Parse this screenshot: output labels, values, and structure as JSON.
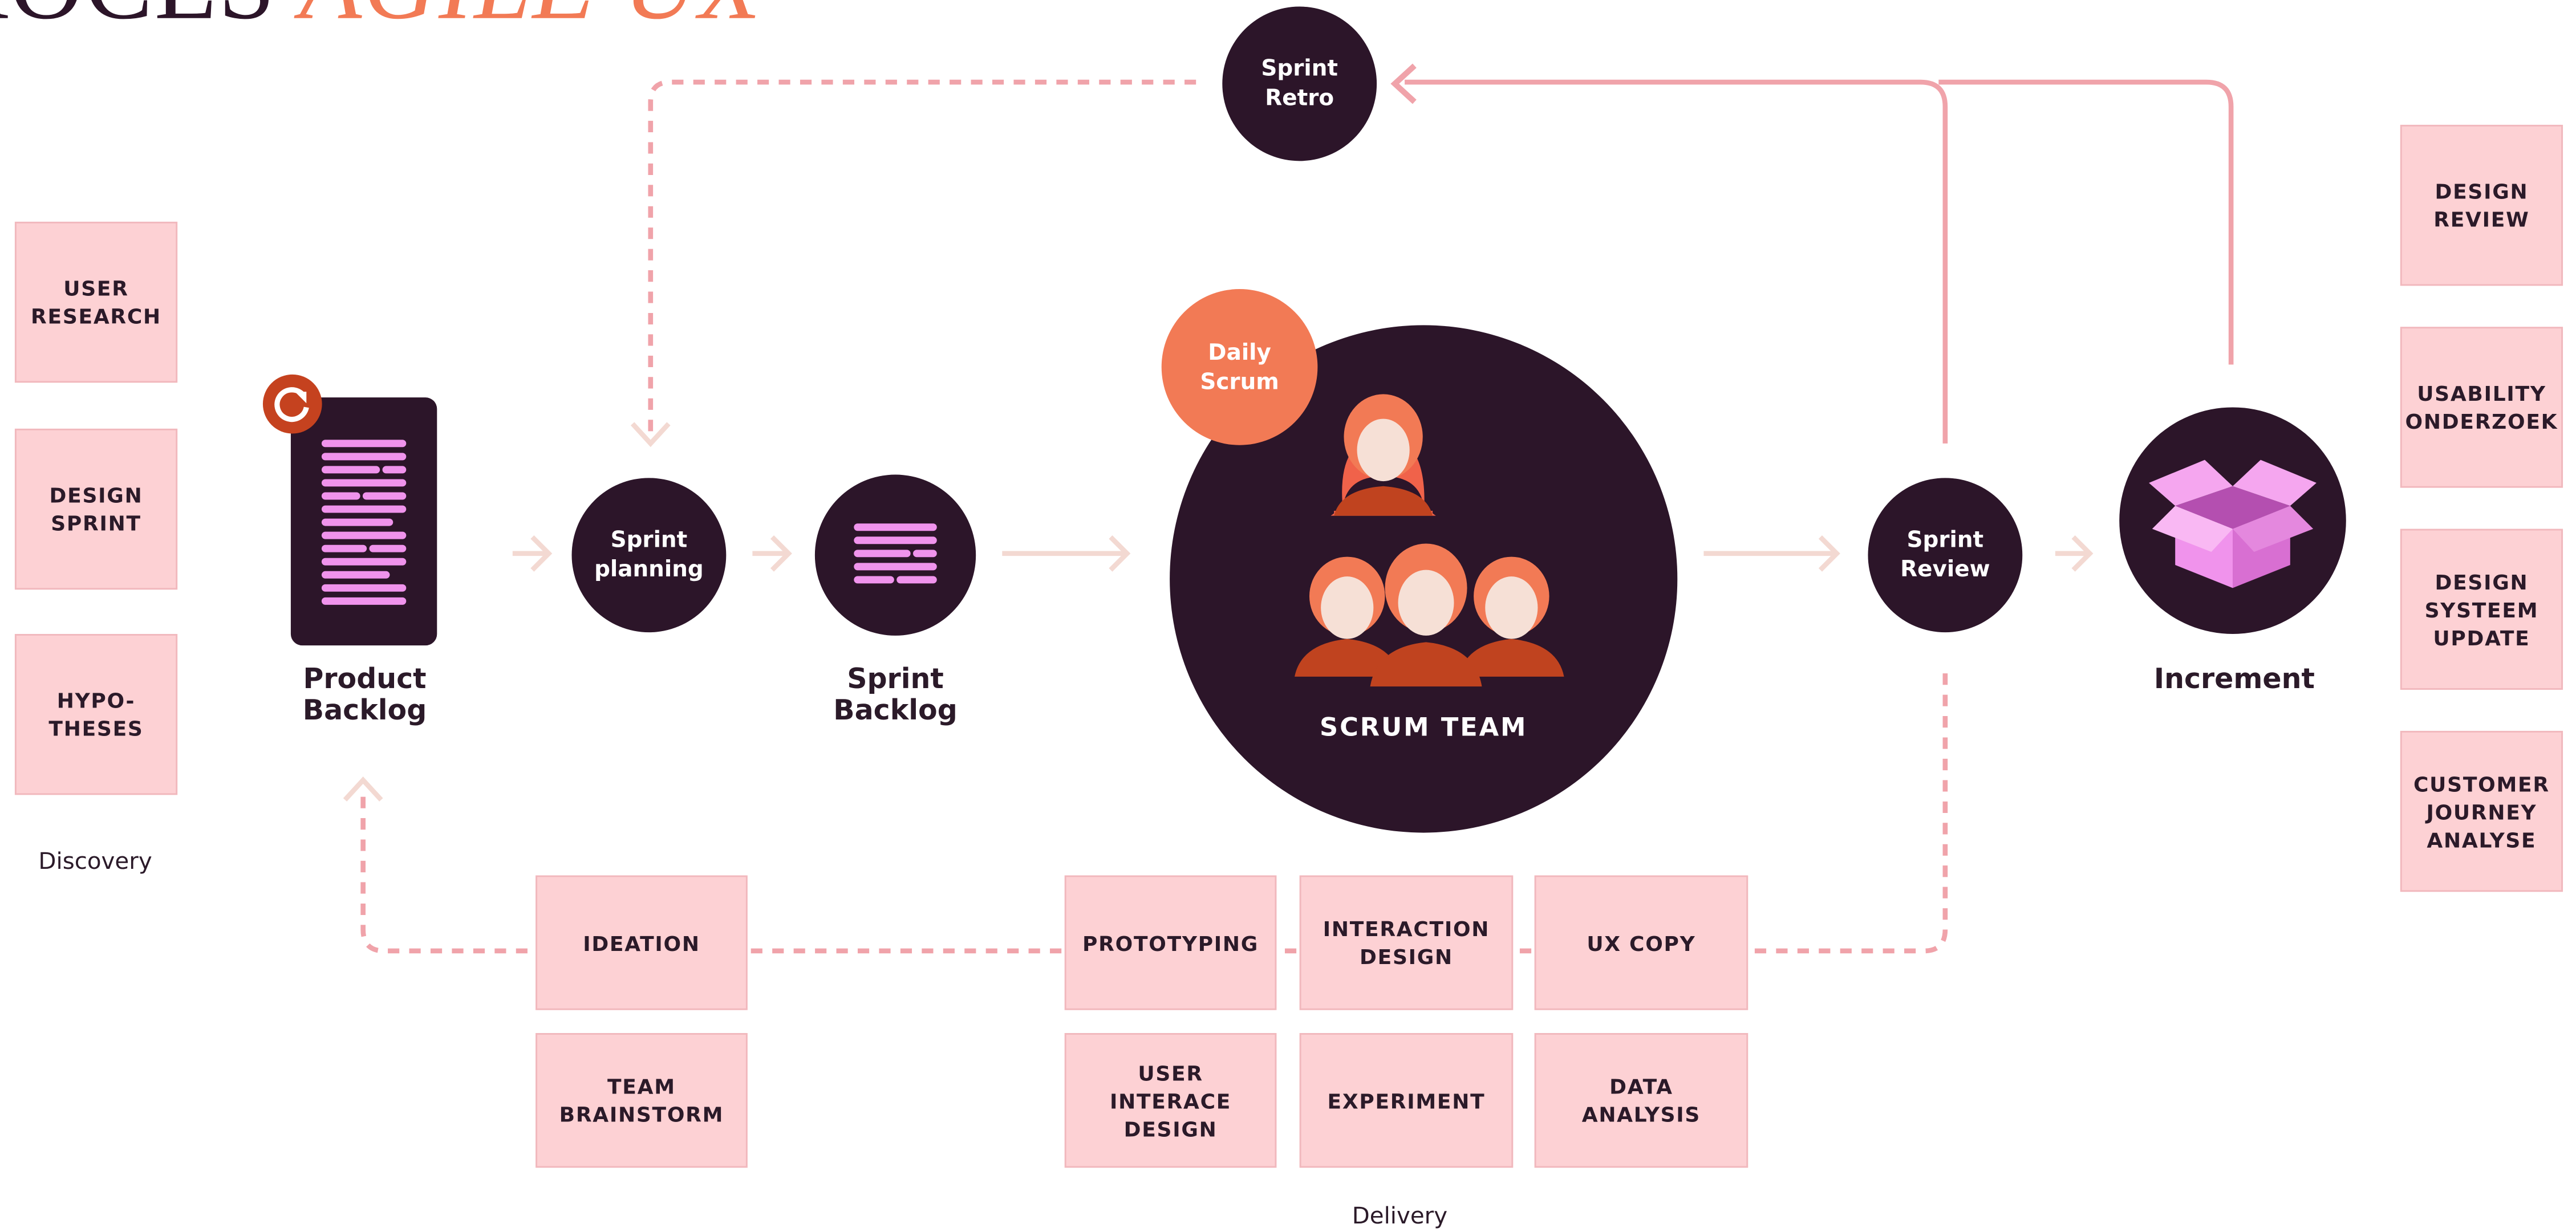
{
  "title": {
    "part1": "PROCES",
    "part2": "AGILE UX",
    "part2_color": "#f27a55",
    "part1_color": "#2c1529"
  },
  "colors": {
    "dark": "#2c1529",
    "card": "#fdd1d4",
    "accent": "#f27a55",
    "line": "#f0a3aa",
    "chevron": "#f3d9d2",
    "bars": "#f093ec"
  },
  "discovery": {
    "items": [
      "USER\nRESEARCH",
      "DESIGN\nSPRINT",
      "HYPO-\nTHESES"
    ],
    "caption": "Discovery"
  },
  "product_backlog": {
    "label": "Product\nBacklog",
    "icon": "refresh-icon"
  },
  "sprint_planning": {
    "label": "Sprint\nplanning"
  },
  "sprint_backlog": {
    "label": "Sprint\nBacklog"
  },
  "sprint_retro": {
    "label": "Sprint\nRetro"
  },
  "daily_scrum": {
    "label": "Daily\nScrum"
  },
  "scrum_team": {
    "label": "SCRUM TEAM"
  },
  "sprint_review": {
    "label": "Sprint\nReview"
  },
  "increment": {
    "label": "Increment",
    "icon": "open-box-icon"
  },
  "review_items": [
    "DESIGN\nREVIEW",
    "USABILITY\nONDERZOEK",
    "DESIGN\nSYSTEEM\nUPDATE",
    "CUSTOMER\nJOURNEY\nANALYSE"
  ],
  "delivery": {
    "row1": [
      "IDEATION",
      "PROTOTYPING",
      "INTERACTION\nDESIGN",
      "UX COPY"
    ],
    "row2": [
      "TEAM\nBRAINSTORM",
      "USER\nINTERACE\nDESIGN",
      "EXPERIMENT",
      "DATA\nANALYSIS"
    ],
    "caption": "Delivery"
  }
}
